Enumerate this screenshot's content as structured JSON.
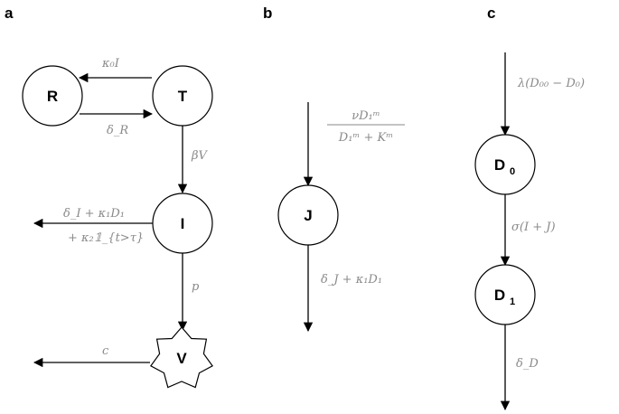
{
  "panels": {
    "a": "a",
    "b": "b",
    "c": "c"
  },
  "nodes": {
    "R": "R",
    "T": "T",
    "I": "I",
    "V": "V",
    "J": "J",
    "D0_base": "D",
    "D0_sub": "0",
    "D1_base": "D",
    "D1_sub": "1"
  },
  "rates": {
    "kappa0_I": "κ₀I",
    "delta_R": "δ_R",
    "beta_V": "βV",
    "i_loss_line1": "δ_I + κ₁D₁",
    "i_loss_line2": "+ κ₂𝟙_{t>τ}",
    "p": "p",
    "c": "c",
    "j_in_numerator": "νD₁ᵐ",
    "j_in_denominator": "D₁ᵐ + Kᵐ",
    "j_loss": "δ_J + κ₁D₁",
    "d0_in": "λ(D₀₀ − D₀)",
    "sigma": "σ(I + J)",
    "delta_D": "δ_D"
  },
  "colors": {
    "rate_text": "#8a8a8a",
    "stroke": "#000000"
  }
}
